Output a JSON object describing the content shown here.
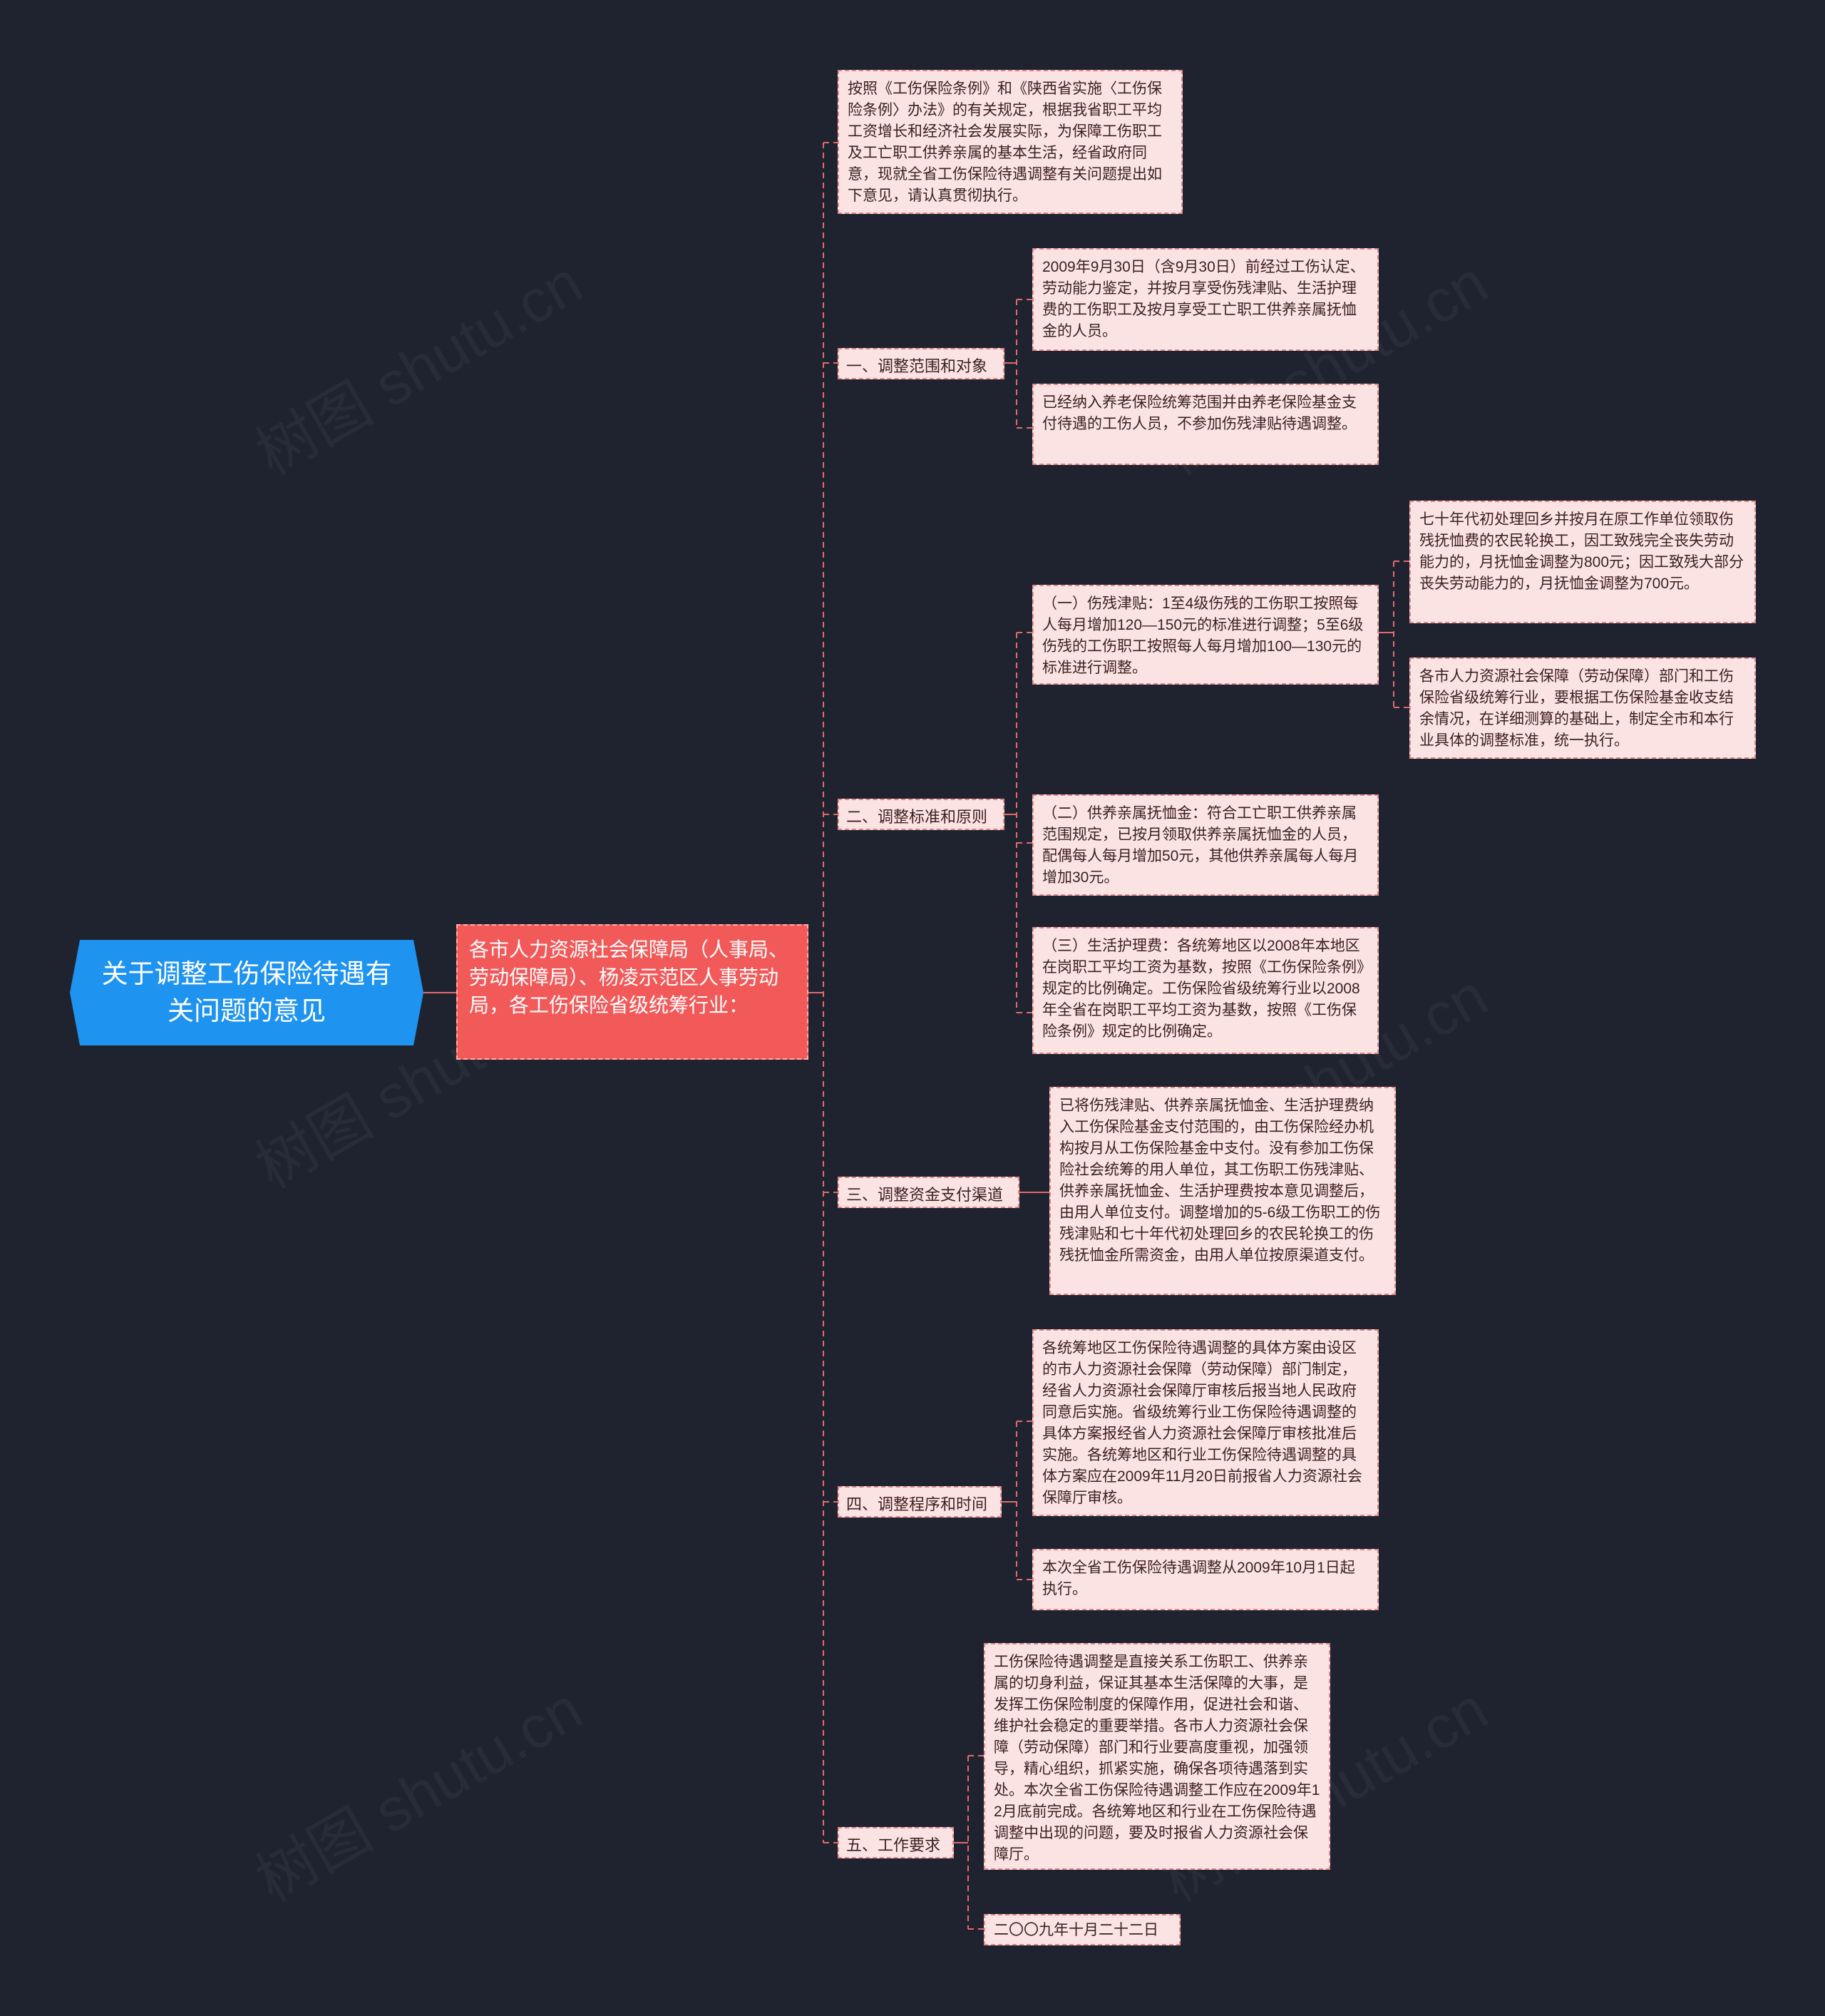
{
  "root": {
    "title": "关于调整工伤保险待遇有关问题的意见"
  },
  "sub": {
    "text": "各市人力资源社会保障局（人事局、劳动保障局）、杨凌示范区人事劳动局，各工伤保险省级统筹行业："
  },
  "intro": {
    "text": "按照《工伤保险条例》和《陕西省实施〈工伤保险条例〉办法》的有关规定，根据我省职工平均工资增长和经济社会发展实际，为保障工伤职工及工亡职工供养亲属的基本生活，经省政府同意，现就全省工伤保险待遇调整有关问题提出如下意见，请认真贯彻执行。"
  },
  "sections": {
    "s1": {
      "label": "一、调整范围和对象",
      "items": [
        "2009年9月30日（含9月30日）前经过工伤认定、劳动能力鉴定，并按月享受伤残津贴、生活护理费的工伤职工及按月享受工亡职工供养亲属抚恤金的人员。",
        "已经纳入养老保险统筹范围并由养老保险基金支付待遇的工伤人员，不参加伤残津贴待遇调整。"
      ]
    },
    "s2": {
      "label": "二、调整标准和原则",
      "items": [
        "（一）伤残津贴：1至4级伤残的工伤职工按照每人每月增加120—150元的标准进行调整；5至6级伤残的工伤职工按照每人每月增加100—130元的标准进行调整。",
        "（二）供养亲属抚恤金：符合工亡职工供养亲属范围规定，已按月领取供养亲属抚恤金的人员，配偶每人每月增加50元，其他供养亲属每人每月增加30元。",
        "（三）生活护理费：各统筹地区以2008年本地区在岗职工平均工资为基数，按照《工伤保险条例》规定的比例确定。工伤保险省级统筹行业以2008年全省在岗职工平均工资为基数，按照《工伤保险条例》规定的比例确定。"
      ],
      "sub_items": [
        "七十年代初处理回乡并按月在原工作单位领取伤残抚恤费的农民轮换工，因工致残完全丧失劳动能力的，月抚恤金调整为800元；因工致残大部分丧失劳动能力的，月抚恤金调整为700元。",
        "各市人力资源社会保障（劳动保障）部门和工伤保险省级统筹行业，要根据工伤保险基金收支结余情况，在详细测算的基础上，制定全市和本行业具体的调整标准，统一执行。"
      ]
    },
    "s3": {
      "label": "三、调整资金支付渠道",
      "items": [
        "已将伤残津贴、供养亲属抚恤金、生活护理费纳入工伤保险基金支付范围的，由工伤保险经办机构按月从工伤保险基金中支付。没有参加工伤保险社会统筹的用人单位，其工伤职工伤残津贴、供养亲属抚恤金、生活护理费按本意见调整后，由用人单位支付。调整增加的5-6级工伤职工的伤残津贴和七十年代初处理回乡的农民轮换工的伤残抚恤金所需资金，由用人单位按原渠道支付。"
      ]
    },
    "s4": {
      "label": "四、调整程序和时间",
      "items": [
        "各统筹地区工伤保险待遇调整的具体方案由设区的市人力资源社会保障（劳动保障）部门制定，经省人力资源社会保障厅审核后报当地人民政府同意后实施。省级统筹行业工伤保险待遇调整的具体方案报经省人力资源社会保障厅审核批准后实施。各统筹地区和行业工伤保险待遇调整的具体方案应在2009年11月20日前报省人力资源社会保障厅审核。",
        "本次全省工伤保险待遇调整从2009年10月1日起执行。"
      ]
    },
    "s5": {
      "label": "五、工作要求",
      "items": [
        "工伤保险待遇调整是直接关系工伤职工、供养亲属的切身利益，保证其基本生活保障的大事，是发挥工伤保险制度的保障作用，促进社会和谐、维护社会稳定的重要举措。各市人力资源社会保障（劳动保障）部门和行业要高度重视，加强领导，精心组织，抓紧实施，确保各项待遇落到实处。本次全省工伤保险待遇调整工作应在2009年12月底前完成。各统筹地区和行业在工伤保险待遇调整中出现的问题，要及时报省人力资源社会保障厅。",
        "二〇〇九年十月二十二日"
      ]
    }
  },
  "watermark": "树图 shutu.cn",
  "colors": {
    "background": "#1f2330",
    "root": "#1e93f0",
    "sub": "#f25a5a",
    "leaf_fill": "#fce3e3",
    "line": "#e46a6a"
  }
}
